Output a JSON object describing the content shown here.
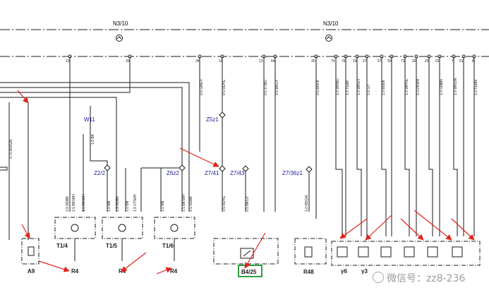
{
  "module_label": "N3/10",
  "pins": [
    "10",
    "33",
    "34",
    "11",
    "13",
    "64",
    "30",
    "74",
    "76",
    "29",
    "27",
    "57",
    "50",
    "73",
    "26",
    "25",
    "52",
    "7",
    "51",
    "8"
  ],
  "wires": [
    "0.75 BU/GN",
    "1.5 BK",
    "1.5 RDBK",
    "1.5 BK/WH",
    "1.5 BK/WH",
    "1.0 BN",
    "1.5 RDBK",
    "1.0 BN",
    "1.5 VT/WH",
    "1.0 BN",
    "1.5 BK/WH",
    "1.5 RDBK",
    "0.5 GNGY",
    "0.5 RDYE",
    "0.5 VTBU",
    "0.5 BKGY",
    "0.5 BUPK",
    "0.5 RDYE",
    "0.5 BKGY",
    "1.0 RDGN",
    "1.0 WHBU",
    "1.0 YEBK",
    "1.0 WHGY",
    "1.0 GY",
    "1.0 BUBK",
    "1.0 WHYE",
    "1.0 PKWH",
    "1.0 GNBN",
    "1.0 WHGN",
    "1.0 YEBN"
  ],
  "splices": [
    "W11",
    "Z2/2",
    "Z6z2",
    "Z5z1",
    "Z7/41",
    "Z7/43",
    "Z7/36z1"
  ],
  "components": [
    "A9",
    "T1/4",
    "T1/5",
    "T1/6",
    "B4/25",
    "R48",
    "y6",
    "y3"
  ],
  "grounds": [
    "R4",
    "R4",
    "R4"
  ],
  "watermark": "微信号：zz8-236",
  "colors": {
    "line": "#1a1a1a",
    "arrow": "#e2231a",
    "highlight": "#2ea043"
  }
}
